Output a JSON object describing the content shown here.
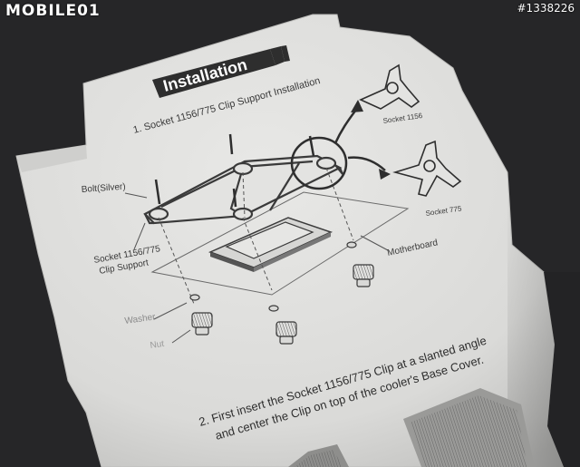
{
  "watermark": {
    "logo_text": "MOBILE01",
    "photo_id": "#1338226"
  },
  "manual": {
    "banner": "Installation",
    "step1_title": "1. Socket 1156/775 Clip Support Installation",
    "callouts": {
      "bolt": "Bolt(Silver)",
      "clip_support_line1": "Socket 1156/775",
      "clip_support_line2": "Clip Support",
      "washer": "Washer",
      "nut": "Nut",
      "motherboard": "Motherboard",
      "socket_1156": "Socket 1156",
      "socket_775": "Socket 775"
    },
    "step2_line1": "2. First insert the Socket 1156/775 Clip at a slanted angle",
    "step2_line2": "and center the Clip on top of the cooler's Base Cover."
  },
  "colors": {
    "background": "#232325",
    "paper": "#dfdfdd",
    "paper_shadow": "#b9b9b7",
    "ink": "#3a3a3a",
    "banner": "#2e2e2e"
  }
}
